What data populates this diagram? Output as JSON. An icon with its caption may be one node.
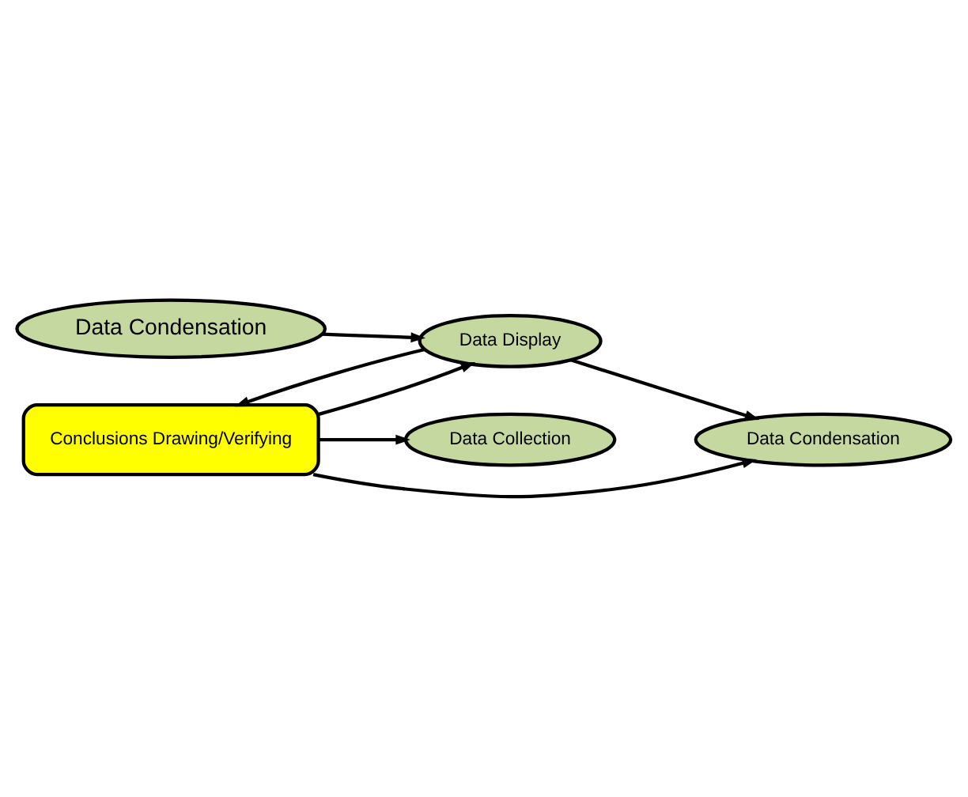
{
  "diagram": {
    "nodes": [
      {
        "text": [
          "Data Collection"
        ]
      },
      {
        "text": [
          "Data Condensation"
        ]
      },
      {
        "text": [
          "Data Display"
        ]
      },
      {
        "text": [
          "Data Condensation"
        ]
      },
      {
        "text": [
          "Conclusions Drawing/Verifying"
        ]
      }
    ],
    "edges": [
      {
        "from": 1,
        "to": 2,
        "arrow": "to"
      },
      {
        "from": 2,
        "to": 3,
        "arrow": "to"
      },
      {
        "from": 2,
        "to": 4,
        "arrow": "to"
      },
      {
        "from": 4,
        "to": 2,
        "arrow": "to"
      },
      {
        "from": 4,
        "to": 0,
        "arrow": "to"
      },
      {
        "from": 4,
        "to": 3,
        "arrow": "to"
      }
    ]
  }
}
